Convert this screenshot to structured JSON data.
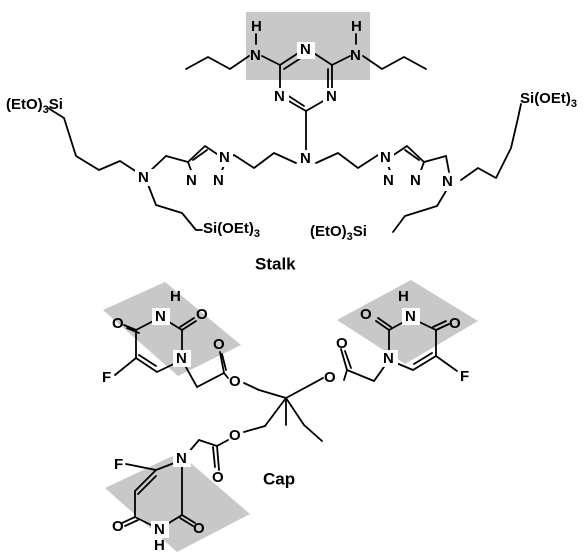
{
  "labels": {
    "stalk": "Stalk",
    "cap": "Cap"
  },
  "atoms": {
    "H": "H",
    "N": "N",
    "O": "O",
    "F": "F",
    "Si": "Si",
    "EtO_group": "(EtO)",
    "OEt_group": "(OEt)",
    "three": "3"
  },
  "colors": {
    "highlight": "#c8c8c8",
    "ink": "#000000",
    "background": "#ffffff"
  }
}
